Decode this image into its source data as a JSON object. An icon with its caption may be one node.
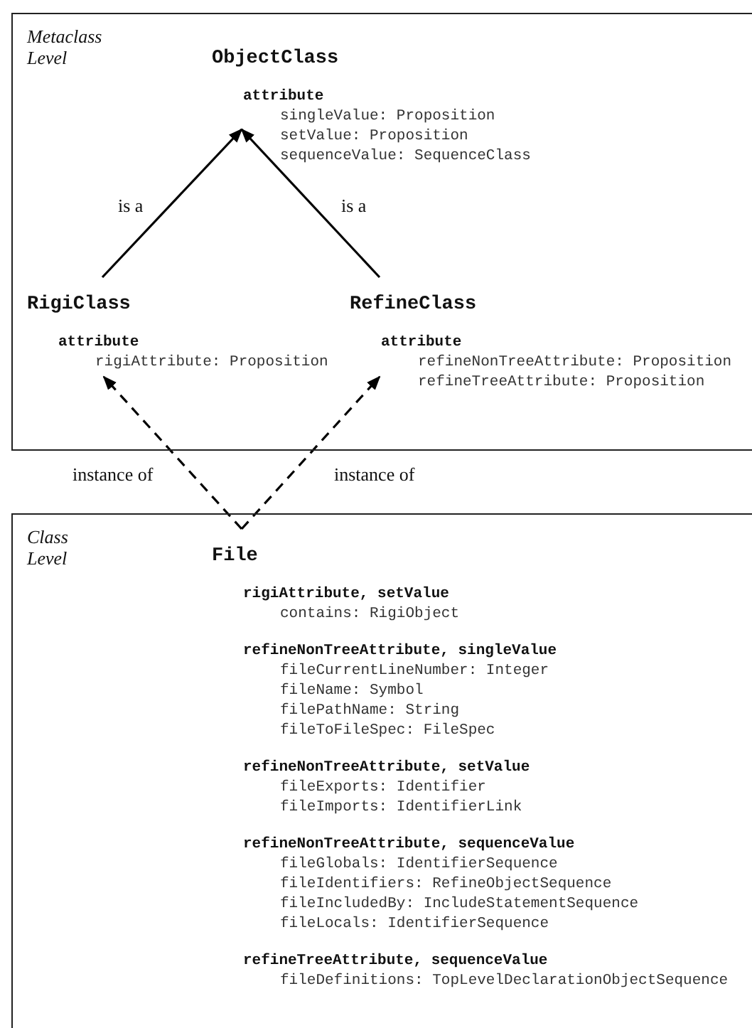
{
  "diagram": {
    "nodes": [
      {
        "text": [
          "Metaclass Level"
        ]
      },
      {
        "text": [
          "ObjectClass",
          "attribute",
          "singleValue: Proposition",
          "setValue: Proposition",
          "sequenceValue: SequenceClass"
        ],
        "in": 0
      },
      {
        "text": [
          "RigiClass",
          "attribute",
          "rigiAttribute: Proposition"
        ],
        "in": 0
      },
      {
        "text": [
          "RefineClass",
          "attribute",
          "refineNonTreeAttribute: Proposition",
          "refineTreeAttribute: Proposition"
        ],
        "in": 0
      },
      {
        "text": [
          "Class Level"
        ]
      },
      {
        "text": [
          "File",
          "rigiAttribute, setValue",
          "contains: RigiObject",
          "refineNonTreeAttribute, singleValue",
          "fileCurrentLineNumber: Integer",
          "fileName: Symbol",
          "filePathName: String",
          "fileToFileSpec: FileSpec",
          "refineNonTreeAttribute, setValue",
          "fileExports: Identifier",
          "fileImports: IdentifierLink",
          "refineNonTreeAttribute, sequenceValue",
          "fileGlobals: IdentifierSequence",
          "fileIdentifiers: RefineObjectSequence",
          "fileIncludedBy: IncludeStatementSequence",
          "fileLocals: IdentifierSequence",
          "refineTreeAttribute, sequenceValue",
          "fileDefinitions: TopLevelDeclarationObjectSequence"
        ],
        "in": 4
      }
    ],
    "edges": [
      {
        "from": 2,
        "to": 1,
        "arrow": "to",
        "label": "is a"
      },
      {
        "from": 3,
        "to": 1,
        "arrow": "to",
        "label": "is a"
      },
      {
        "from": 5,
        "to": 2,
        "arrow": "to",
        "label": "instance of",
        "style": "dashed"
      },
      {
        "from": 5,
        "to": 3,
        "arrow": "to",
        "label": "instance of",
        "style": "dashed"
      }
    ]
  }
}
